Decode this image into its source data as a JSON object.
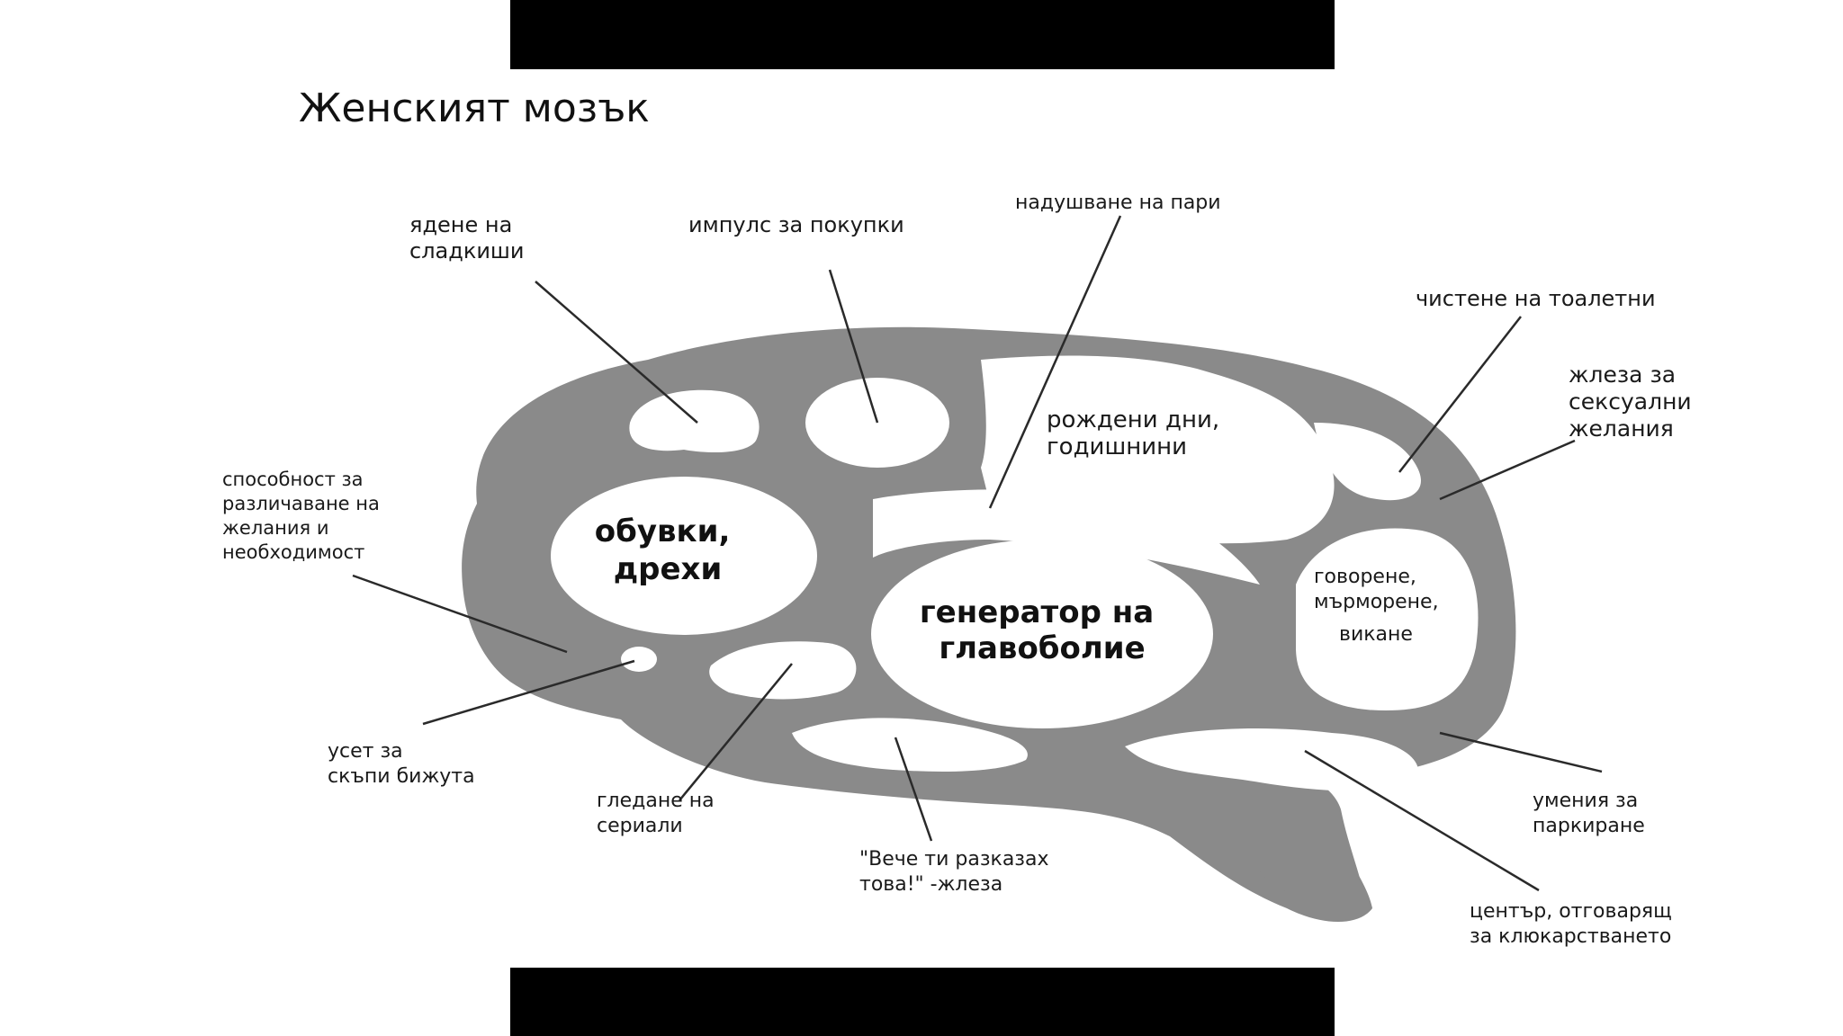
{
  "title": "Женският мозък",
  "labels": {
    "sweets": [
      "ядене на",
      "сладкиши"
    ],
    "shopping": [
      "импулс за покупки"
    ],
    "money": [
      "надушване на пари"
    ],
    "toilets": [
      "чистене на тоалетни"
    ],
    "sexual": [
      "жлеза за",
      "сексуални",
      "желания"
    ],
    "birthdays": [
      "рождени дни,",
      "годишнини"
    ],
    "distinguish": [
      "способност за",
      "различаване на",
      "желания и",
      "необходимост"
    ],
    "shoes": [
      "обувки,",
      "дрехи"
    ],
    "headache": [
      "генератор на",
      "главоболие"
    ],
    "talking": [
      "говорене,",
      "мърморене,",
      "викане"
    ],
    "jewelry": [
      "усет за",
      "скъпи бижута"
    ],
    "series": [
      "гледане на",
      "сериали"
    ],
    "already": [
      "\"Вече ти разказах",
      "това!\" -жлеза"
    ],
    "parking": [
      "умения за",
      "паркиране"
    ],
    "nagging": [
      "център, отговарящ",
      "за клюкарстването"
    ]
  },
  "colors": {
    "brain": "#8a8a8a",
    "ink": "#1a1a1a",
    "bars": "#000000"
  }
}
